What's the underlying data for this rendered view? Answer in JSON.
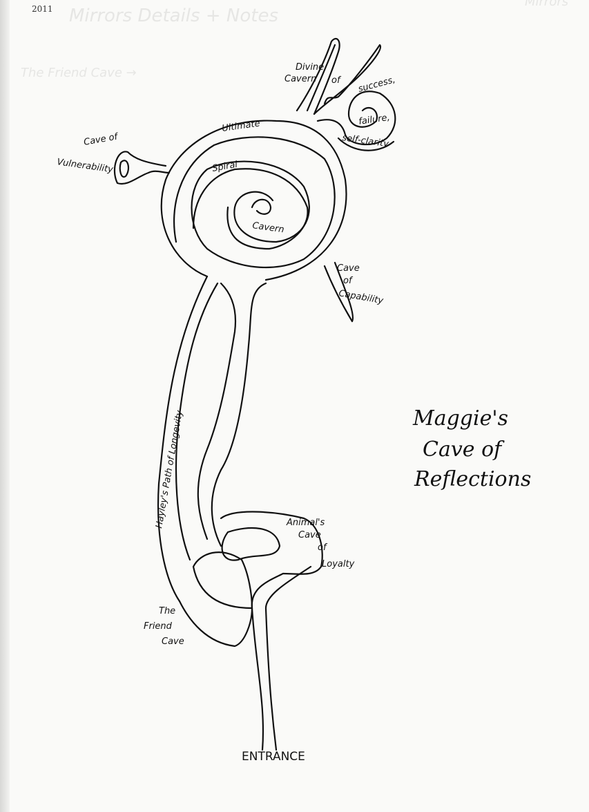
{
  "header": {
    "year": "2011",
    "ghost_title": "Mirrors Details + Notes",
    "ghost_note": "The Friend Cave →",
    "ghost_corner": "Mirrors"
  },
  "title": {
    "line1": "Maggie's",
    "line2": "Cave of",
    "line3": "Reflections"
  },
  "labels": {
    "divine": "Divine",
    "cavern": "Cavern",
    "of": "of",
    "success": "success,",
    "failure": "failure,",
    "self_clarity": "self-clarity",
    "ultimate": "Ultimate",
    "spiral": "Spiral",
    "spiral_cavern": "Cavern",
    "vuln1": "Cave of",
    "vuln2": "Vulnerability",
    "cap1": "Cave",
    "cap2": "of",
    "cap3": "Capability",
    "path": "Hayley's Path of Longevity",
    "animal1": "Animal's",
    "animal2": "Cave",
    "animal3": "of",
    "animal4": "Loyalty",
    "friend1": "The",
    "friend2": "Friend",
    "friend3": "Cave",
    "entrance": "ENTRANCE"
  }
}
